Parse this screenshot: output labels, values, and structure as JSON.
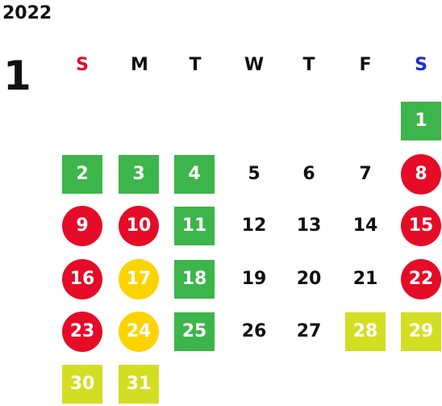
{
  "calendar": {
    "year": "2022",
    "month": "1",
    "weekdays": [
      {
        "label": "S",
        "color": "#e60b27"
      },
      {
        "label": "M",
        "color": "#111111"
      },
      {
        "label": "T",
        "color": "#111111"
      },
      {
        "label": "W",
        "color": "#111111"
      },
      {
        "label": "T",
        "color": "#111111"
      },
      {
        "label": "F",
        "color": "#111111"
      },
      {
        "label": "S",
        "color": "#1a2bd6"
      }
    ],
    "legend_colors": {
      "green": "#3cb54a",
      "lime": "#d3de22",
      "red": "#e60b27",
      "yellow": "#fbd400"
    },
    "days": [
      {
        "label": "1",
        "style": "green"
      },
      {
        "label": "2",
        "style": "green"
      },
      {
        "label": "3",
        "style": "green"
      },
      {
        "label": "4",
        "style": "green"
      },
      {
        "label": "5",
        "style": "plain"
      },
      {
        "label": "6",
        "style": "plain"
      },
      {
        "label": "7",
        "style": "plain"
      },
      {
        "label": "8",
        "style": "red"
      },
      {
        "label": "9",
        "style": "red"
      },
      {
        "label": "10",
        "style": "red"
      },
      {
        "label": "11",
        "style": "green"
      },
      {
        "label": "12",
        "style": "plain"
      },
      {
        "label": "13",
        "style": "plain"
      },
      {
        "label": "14",
        "style": "plain"
      },
      {
        "label": "15",
        "style": "red"
      },
      {
        "label": "16",
        "style": "red"
      },
      {
        "label": "17",
        "style": "yellow"
      },
      {
        "label": "18",
        "style": "green"
      },
      {
        "label": "19",
        "style": "plain"
      },
      {
        "label": "20",
        "style": "plain"
      },
      {
        "label": "21",
        "style": "plain"
      },
      {
        "label": "22",
        "style": "red"
      },
      {
        "label": "23",
        "style": "red"
      },
      {
        "label": "24",
        "style": "yellow"
      },
      {
        "label": "25",
        "style": "green"
      },
      {
        "label": "26",
        "style": "plain"
      },
      {
        "label": "27",
        "style": "plain"
      },
      {
        "label": "28",
        "style": "lime"
      },
      {
        "label": "29",
        "style": "lime"
      },
      {
        "label": "30",
        "style": "lime"
      },
      {
        "label": "31",
        "style": "lime"
      }
    ]
  }
}
